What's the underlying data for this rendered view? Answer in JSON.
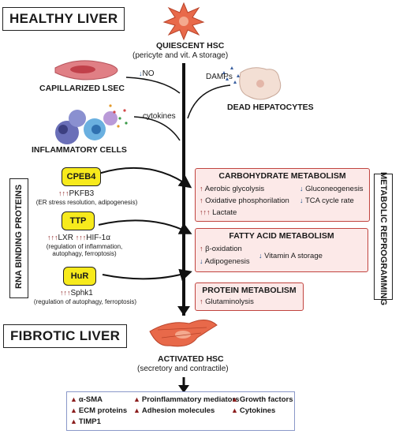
{
  "stages": {
    "healthy": "HEALTHY LIVER",
    "fibrotic": "FIBROTIC LIVER"
  },
  "quiescent": {
    "title": "QUIESCENT HSC",
    "subtitle": "(pericyte and vit. A storage)"
  },
  "lsec": {
    "label": "CAPILLARIZED LSEC",
    "no_label": "NO"
  },
  "hepatocytes": {
    "label": "DEAD HEPATOCYTES",
    "damps": "DAMPs"
  },
  "inflammatory": {
    "label": "INFLAMMATORY CELLS",
    "cytokines": "cytokines"
  },
  "rbp_side": "RNA BINDING PROTEINS",
  "metabolic_side": "METABOLIC REPROGRAMMING",
  "rbps": [
    {
      "name": "CPEB4",
      "target": "PKFB3",
      "note": "(ER stress resolution, adipogenesis)"
    },
    {
      "name": "TTP",
      "target": "LXR",
      "target2": "HIF-1α",
      "note": "(regulation of inflammation, autophagy, ferroptosis)"
    },
    {
      "name": "HuR",
      "target": "Sphk1",
      "note": "(regulation of autophagy, ferroptosis)"
    }
  ],
  "carb": {
    "title": "CARBOHYDRATE METABOLISM",
    "items": [
      "Aerobic glycolysis",
      "Oxidative phosphorilation",
      "Lactate",
      "Gluconeogenesis",
      "TCA cycle rate"
    ]
  },
  "fatty": {
    "title": "FATTY ACID METABOLISM",
    "items": [
      "β-oxidation",
      "Adipogenesis",
      "Vitamin A storage"
    ]
  },
  "protein": {
    "title": "PROTEIN METABOLISM",
    "items": [
      "Glutaminolysis"
    ]
  },
  "activated": {
    "title": "ACTIVATED HSC",
    "subtitle": "(secretory and contractile)"
  },
  "outputs": {
    "col1": [
      "α-SMA",
      "ECM proteins",
      "TIMP1"
    ],
    "col2": [
      "Proinflammatory mediators",
      "Adhesion molecules"
    ],
    "col3": [
      "Growth factors",
      "Cytokines"
    ]
  },
  "colors": {
    "up": "#8a1c1c",
    "down": "#1b4f8a",
    "rbp_fill": "#f7ea1c",
    "meta_fill": "#fce9e8",
    "meta_border": "#c1443f",
    "hsc": "#e8694a"
  }
}
